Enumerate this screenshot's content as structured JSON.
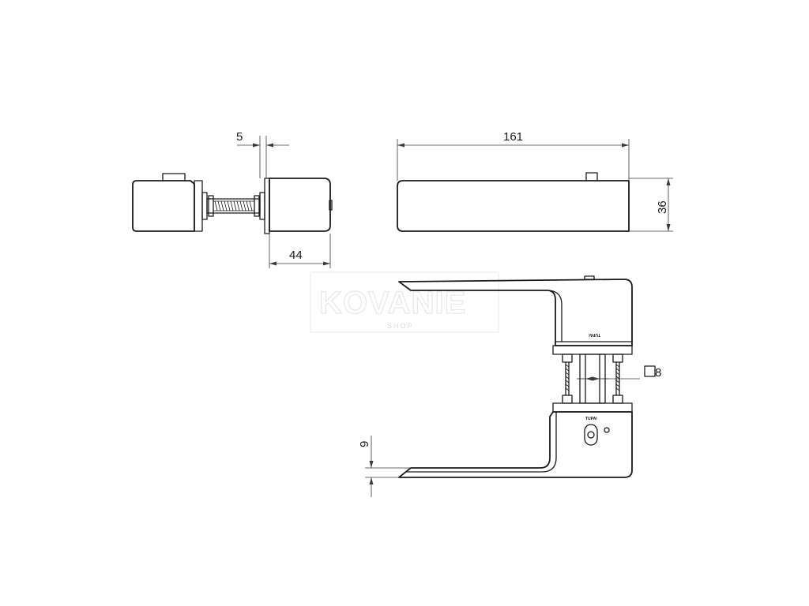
{
  "dimensions": {
    "rose_thickness": "5",
    "handle_projection": "44",
    "rose_length": "161",
    "rose_height": "36",
    "spindle_square": "8",
    "handle_thickness": "9"
  },
  "markings": {
    "upper_rose": "TUPAI",
    "lower_rose": "TUPAI"
  },
  "watermark": {
    "brand": "KOVANIE",
    "sub": "SHOP"
  },
  "colors": {
    "line": "#1a1a1a",
    "watermark": "#e7e7e7",
    "background": "#ffffff"
  }
}
